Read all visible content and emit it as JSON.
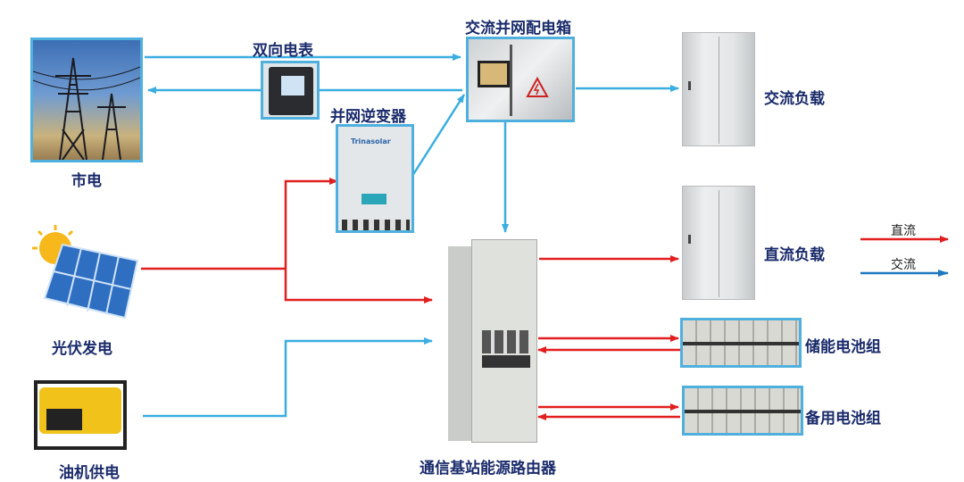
{
  "header": {
    "faint_mark": ""
  },
  "nodes": {
    "grid": {
      "label": "市电",
      "icon": "power-tower-icon"
    },
    "meter": {
      "label": "双向电表",
      "icon": "electric-meter-icon"
    },
    "inverter": {
      "label": "并网逆变器",
      "brand": "Trinasolar",
      "icon": "inverter-icon"
    },
    "ac_box": {
      "label": "交流并网配电箱",
      "icon": "distribution-box-icon"
    },
    "ac_load": {
      "label": "交流负载",
      "icon": "cabinet-icon"
    },
    "pv": {
      "label": "光伏发电",
      "icon": "solar-panel-icon"
    },
    "router": {
      "label": "通信基站能源路由器",
      "icon": "energy-router-cabinet-icon"
    },
    "dc_load": {
      "label": "直流负载",
      "icon": "cabinet-icon"
    },
    "storage": {
      "label": "储能电池组",
      "icon": "battery-bank-icon"
    },
    "backup": {
      "label": "备用电池组",
      "icon": "battery-bank-icon"
    },
    "diesel": {
      "label": "油机供电",
      "icon": "generator-icon"
    }
  },
  "legend": [
    {
      "label": "直流",
      "color": "#e21f1f"
    },
    {
      "label": "交流",
      "color": "#1f78c0"
    }
  ],
  "colors": {
    "dc": "#e21f1f",
    "ac": "#3aaee0",
    "label": "#1a2b6b",
    "frame": "#4fb0de"
  }
}
